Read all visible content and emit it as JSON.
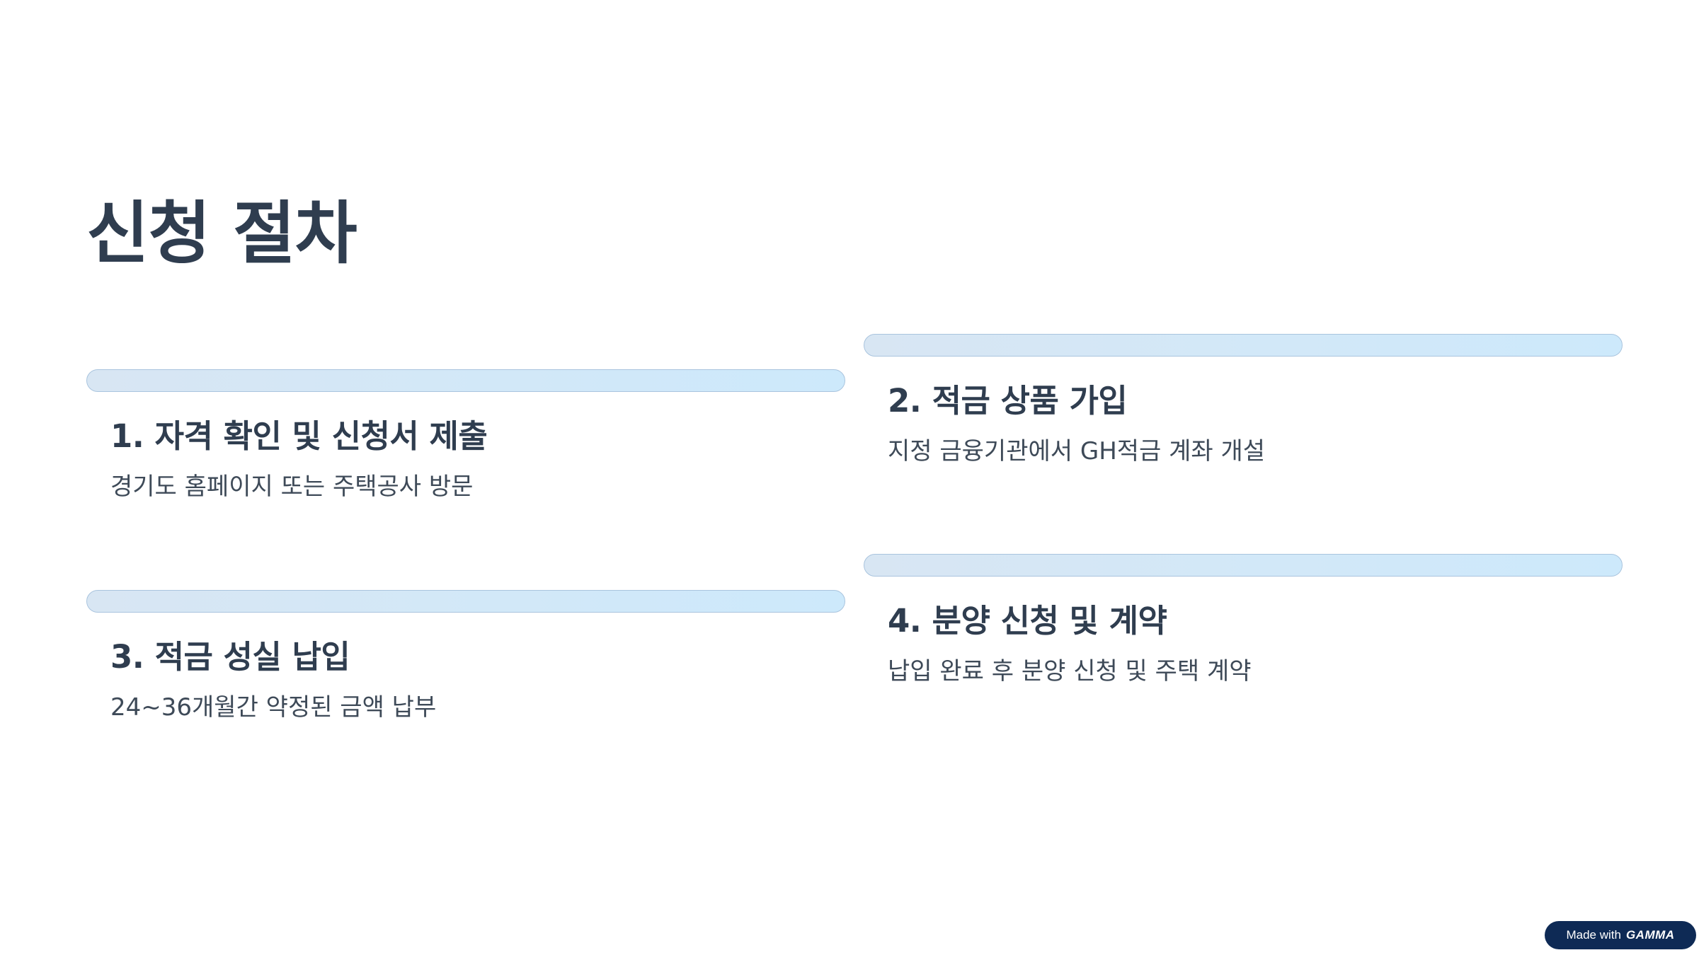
{
  "slide": {
    "title": "신청 절차"
  },
  "steps": [
    {
      "title": "1. 자격 확인 및 신청서 제출",
      "description": "경기도 홈페이지 또는 주택공사 방문"
    },
    {
      "title": "2. 적금 상품 가입",
      "description": "지정 금융기관에서 GH적금 계좌 개설"
    },
    {
      "title": "3. 적금 성실 납입",
      "description": "24~36개월간 약정된 금액 납부"
    },
    {
      "title": "4. 분양 신청 및 계약",
      "description": "납입 완료 후 분양 신청 및 주택 계약"
    }
  ],
  "badge": {
    "prefix": "Made with",
    "brand": "GAMMA"
  },
  "colors": {
    "heading": "#2f3d4f",
    "body_text": "#3e4a58",
    "bar_fill": "#d2e8f8",
    "bar_border": "#a9c4de",
    "badge_bg": "#0e2a55"
  }
}
